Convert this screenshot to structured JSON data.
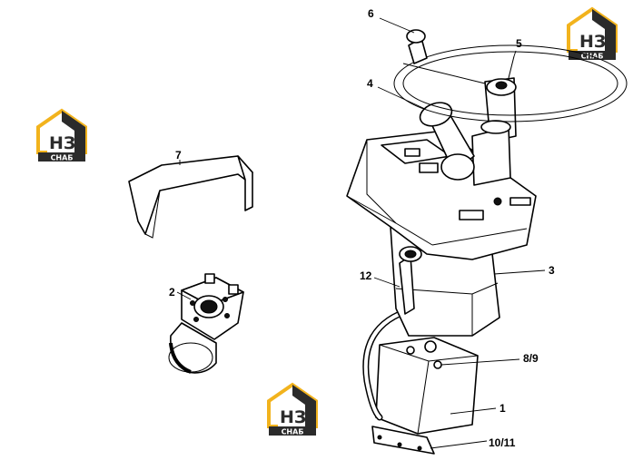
{
  "diagram": {
    "labels": {
      "p1": "1",
      "p2": "2",
      "p3": "3",
      "p4": "4",
      "p5": "5",
      "p6": "6",
      "p7": "7",
      "p89": "8/9",
      "p1011": "10/11",
      "p12": "12"
    }
  },
  "watermark": {
    "letters": "НЗ",
    "word": "СНАБ",
    "colors": {
      "gold": "#f2b31d",
      "dark": "#2b2b2b"
    }
  }
}
